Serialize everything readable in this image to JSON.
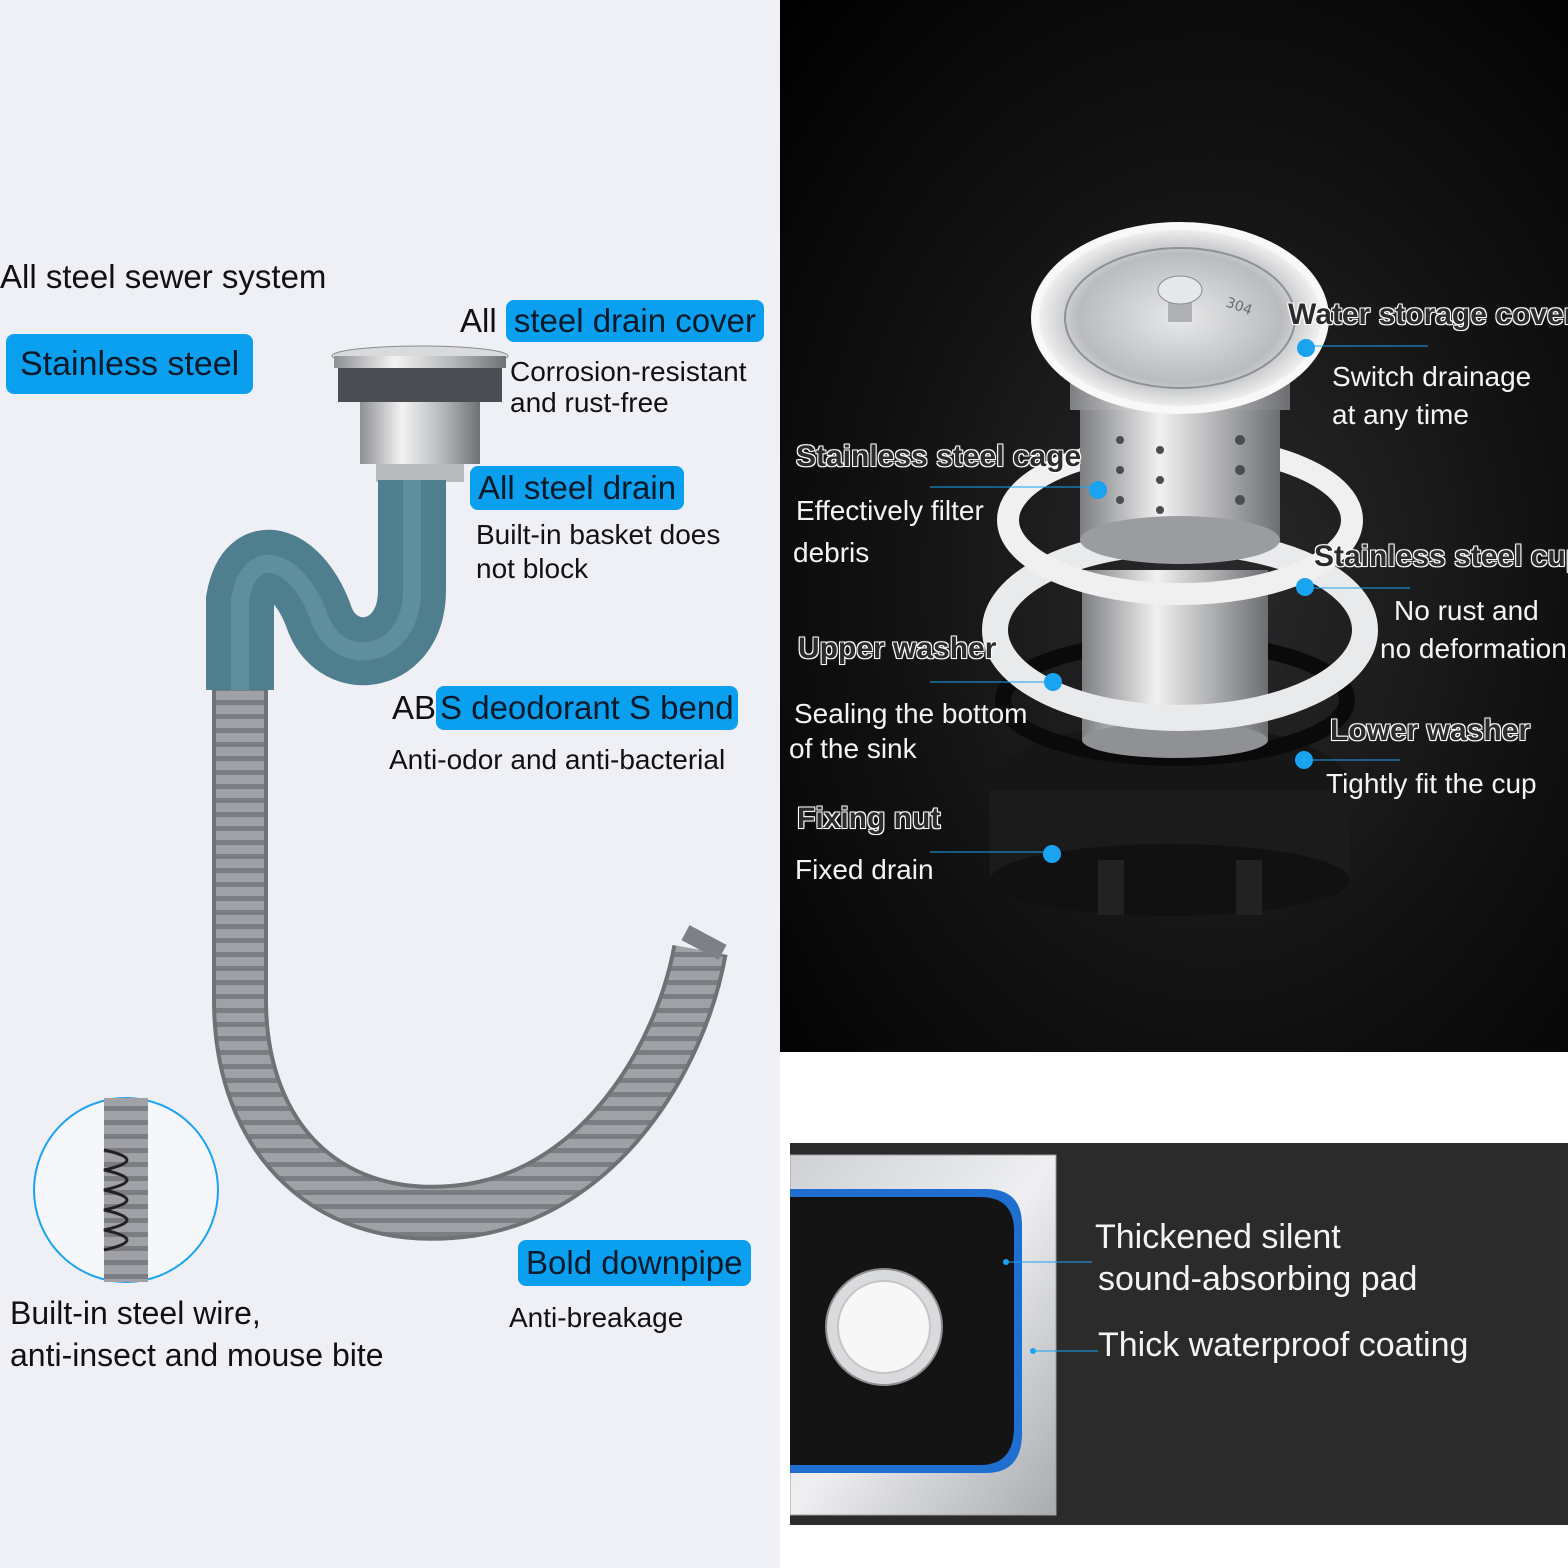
{
  "left": {
    "system_title": "All steel sewer system",
    "stainless_badge": "Stainless steel",
    "drain_cover_prefix": "All ",
    "drain_cover_label": "steel drain cover",
    "drain_cover_desc_1": "Corrosion-resistant",
    "drain_cover_desc_2": "and rust-free",
    "drain_label": "All steel drain",
    "drain_desc_1": "Built-in basket does",
    "drain_desc_2": "not block",
    "sbend_prefix": "AB",
    "sbend_label": "S deodorant S bend",
    "sbend_desc": "Anti-odor and anti-bacterial",
    "downpipe_label": "Bold downpipe",
    "downpipe_desc": "Anti-breakage",
    "wire_desc_1": "Built-in steel wire,",
    "wire_desc_2": "anti-insect and mouse bite"
  },
  "exploded": {
    "water_cover_label": "Water storage cover",
    "water_cover_desc_1": "Switch drainage",
    "water_cover_desc_2": "at any time",
    "cage_label": "Stainless steel cage",
    "cage_desc_1": "Effectively filter",
    "cage_desc_2": "debris",
    "cup_label": "Stainless steel cup",
    "cup_desc_1": "No rust and",
    "cup_desc_2": "no deformation",
    "upper_washer_label": "Upper washer",
    "upper_washer_desc_1": "Sealing the bottom",
    "upper_washer_desc_2": "of the sink",
    "lower_washer_label": "Lower washer",
    "lower_washer_desc": "Tightly fit the cup",
    "fixing_nut_label": "Fixing nut",
    "fixing_nut_desc": "Fixed drain",
    "cover_stamp": "304"
  },
  "sink": {
    "pad_desc_1": "Thickened silent",
    "pad_desc_2": "sound-absorbing pad",
    "coating_desc": "Thick waterproof coating"
  },
  "colors": {
    "accent_blue": "#0aa0ef",
    "pipe_teal": "#4f7f8f",
    "hose_gray": "#9a9ca1"
  }
}
